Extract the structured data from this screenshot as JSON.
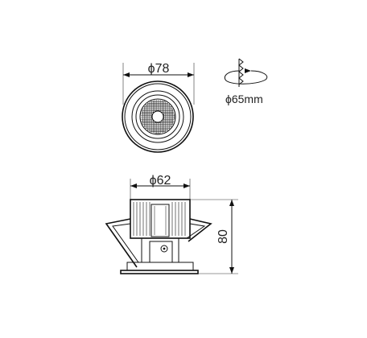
{
  "top_view": {
    "outer_diameter_label": "ϕ78"
  },
  "cutout": {
    "label": "ϕ65mm"
  },
  "side_view": {
    "body_diameter_label": "ϕ62",
    "height_label": "80"
  }
}
